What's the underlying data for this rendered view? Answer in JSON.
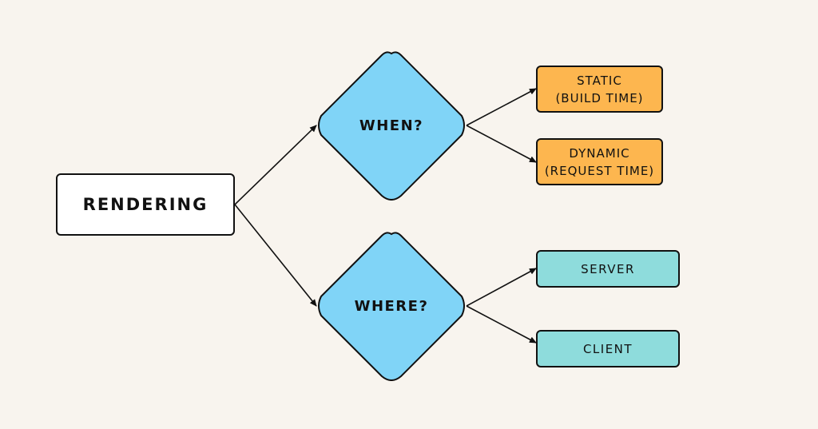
{
  "diagram": {
    "root": {
      "label": "RENDERING"
    },
    "decisions": [
      {
        "id": "when",
        "label": "WHEN?",
        "fill": "#80d4f7"
      },
      {
        "id": "where",
        "label": "WHERE?",
        "fill": "#80d4f7"
      }
    ],
    "outcomes": {
      "static": {
        "line1": "STATIC",
        "line2": "(BUILD TIME)"
      },
      "dynamic": {
        "line1": "DYNAMIC",
        "line2": "(REQUEST TIME)"
      },
      "server": {
        "label": "SERVER"
      },
      "client": {
        "label": "CLIENT"
      }
    },
    "colors": {
      "background": "#f8f4ee",
      "root_fill": "#ffffff",
      "decision_fill": "#80d4f7",
      "time_fill": "#fdb64f",
      "location_fill": "#8edcdc",
      "stroke": "#111111"
    }
  }
}
